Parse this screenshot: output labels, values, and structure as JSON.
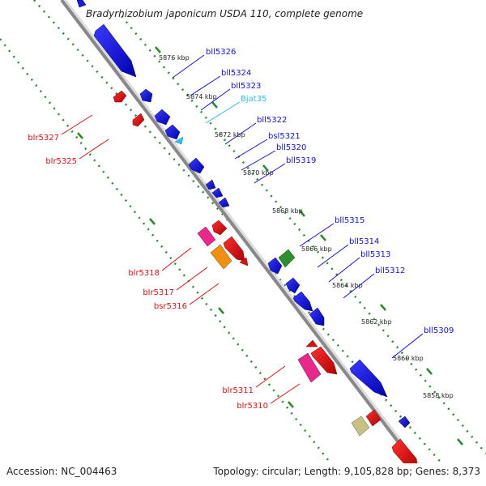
{
  "title": {
    "organism": "Bradyrhizobium japonicum",
    "strain": " USDA 110, complete genome"
  },
  "footer": {
    "accession": "Accession: NC_004463",
    "topology": "Topology: circular; Length: 9,105,828 bp; Genes: 8,373"
  },
  "colors": {
    "plus_strand": "#1010e0",
    "minus_strand": "#e01010",
    "trna": "#30c0e8",
    "backbone": "#888888",
    "tick": "#2a8a2a"
  },
  "scale_labels": [
    "5876 kbp",
    "5874 kbp",
    "5872 kbp",
    "5870 kbp",
    "5868 kbp",
    "5866 kbp",
    "5864 kbp",
    "5862 kbp",
    "5860 kbp",
    "5858 kbp"
  ],
  "right_labels": [
    "bll5326",
    "bll5324",
    "bll5323",
    "Bjat35",
    "bll5322",
    "bsl5321",
    "bll5320",
    "bll5319",
    "bll5315",
    "bll5314",
    "bll5313",
    "bll5312",
    "bll5309"
  ],
  "left_labels": [
    "blr5327",
    "blr5325",
    "blr5318",
    "blr5317",
    "bsr5316",
    "blr5311",
    "blr5310"
  ]
}
